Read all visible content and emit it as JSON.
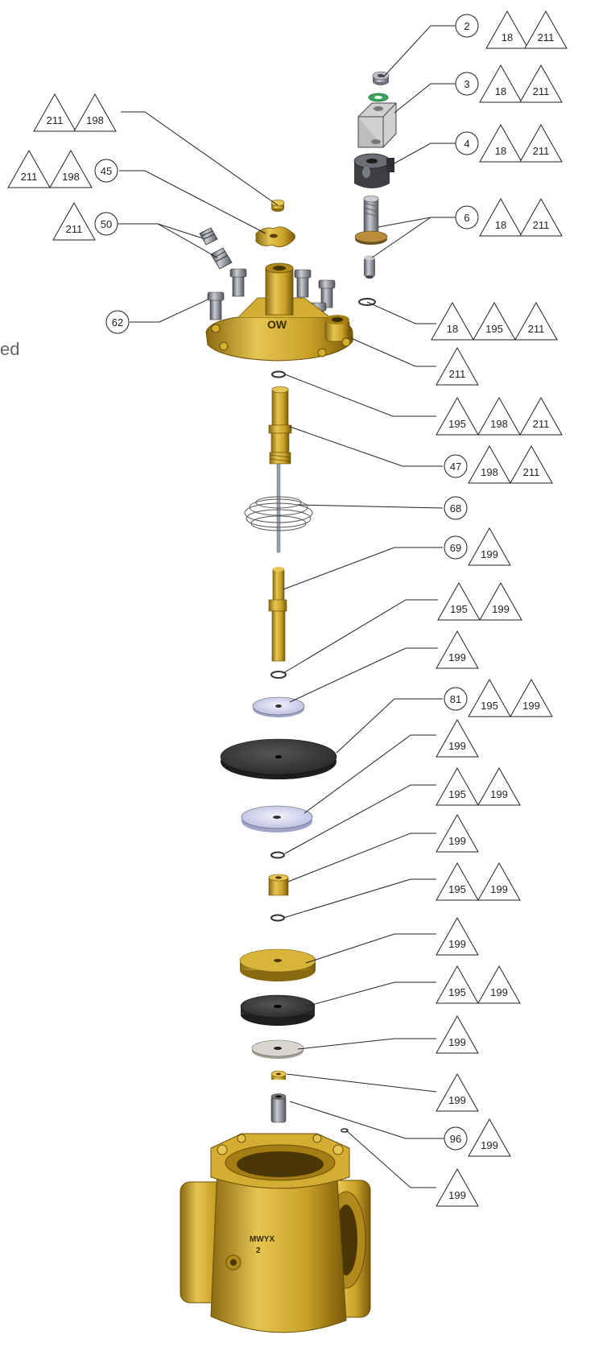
{
  "side_text": "ed",
  "callouts": [
    {
      "id": "c-2",
      "item": "2",
      "refs": [
        "18",
        "211"
      ]
    },
    {
      "id": "c-3",
      "item": "3",
      "refs": [
        "18",
        "211"
      ]
    },
    {
      "id": "c-4",
      "item": "4",
      "refs": [
        "18",
        "211"
      ]
    },
    {
      "id": "c-6",
      "item": "6",
      "refs": [
        "18",
        "211"
      ]
    },
    {
      "id": "c-a",
      "item": "",
      "refs": [
        "211",
        "198"
      ]
    },
    {
      "id": "c-45",
      "item": "45",
      "refs": [
        "211",
        "198"
      ]
    },
    {
      "id": "c-50",
      "item": "50",
      "refs": [
        "211"
      ]
    },
    {
      "id": "c-62",
      "item": "62",
      "refs": []
    },
    {
      "id": "c-b",
      "item": "",
      "refs": [
        "18",
        "195",
        "211"
      ]
    },
    {
      "id": "c-c",
      "item": "",
      "refs": [
        "211"
      ]
    },
    {
      "id": "c-d",
      "item": "",
      "refs": [
        "195",
        "198",
        "211"
      ]
    },
    {
      "id": "c-47",
      "item": "47",
      "refs": [
        "198",
        "211"
      ]
    },
    {
      "id": "c-68",
      "item": "68",
      "refs": []
    },
    {
      "id": "c-69",
      "item": "69",
      "refs": [
        "199"
      ]
    },
    {
      "id": "c-e",
      "item": "",
      "refs": [
        "195",
        "199"
      ]
    },
    {
      "id": "c-f",
      "item": "",
      "refs": [
        "199"
      ]
    },
    {
      "id": "c-81",
      "item": "81",
      "refs": [
        "195",
        "199"
      ]
    },
    {
      "id": "c-g",
      "item": "",
      "refs": [
        "199"
      ]
    },
    {
      "id": "c-h",
      "item": "",
      "refs": [
        "195",
        "199"
      ]
    },
    {
      "id": "c-i",
      "item": "",
      "refs": [
        "199"
      ]
    },
    {
      "id": "c-j",
      "item": "",
      "refs": [
        "195",
        "199"
      ]
    },
    {
      "id": "c-k",
      "item": "",
      "refs": [
        "199"
      ]
    },
    {
      "id": "c-l",
      "item": "",
      "refs": [
        "195",
        "199"
      ]
    },
    {
      "id": "c-m",
      "item": "",
      "refs": [
        "199"
      ]
    },
    {
      "id": "c-n",
      "item": "",
      "refs": [
        "199"
      ]
    },
    {
      "id": "c-96",
      "item": "96",
      "refs": [
        "199"
      ]
    },
    {
      "id": "c-o",
      "item": "",
      "refs": [
        "199"
      ]
    }
  ],
  "body_marking": [
    "MWYX",
    "2"
  ],
  "bonnet_logo": "OW",
  "colors": {
    "brass": "#c9a227",
    "brass_dark": "#8a6a10",
    "brass_light": "#e6c552",
    "steel": "#8a8f99",
    "steel_dark": "#4f535b",
    "rubber": "#3a3a3a",
    "disc_blue": "#d8dcf2",
    "disc_grey": "#d9d6d0",
    "washer_green": "#3aa55a",
    "line": "#222222"
  }
}
